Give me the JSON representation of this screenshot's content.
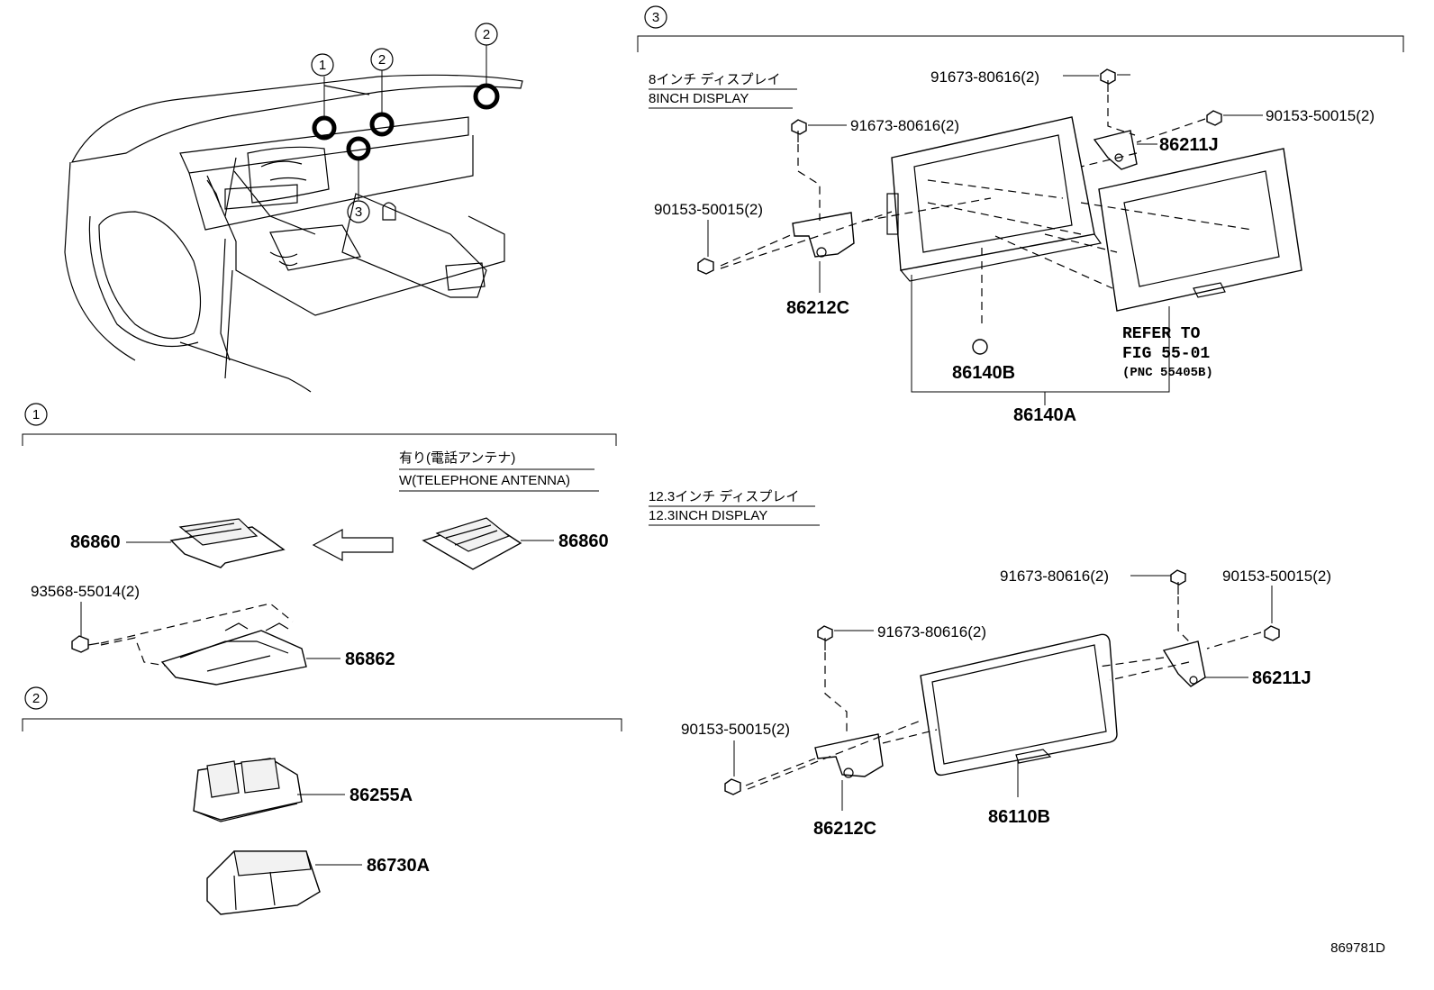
{
  "sections": {
    "s1": {
      "marker": "1"
    },
    "s2": {
      "marker": "2"
    },
    "s3": {
      "marker": "3"
    }
  },
  "overview": {
    "callouts": [
      "1",
      "2",
      "2",
      "3"
    ]
  },
  "section1": {
    "option_jp": "有り(電話アンテナ)",
    "option_en": "W(TELEPHONE ANTENNA)",
    "parts": [
      "86860",
      "86860",
      "93568-55014(2)",
      "86862"
    ]
  },
  "section2": {
    "parts": [
      "86255A",
      "86730A"
    ]
  },
  "section3": {
    "display8_jp": "8インチ ディスプレイ",
    "display8_en": "8INCH DISPLAY",
    "display12_jp": "12.3インチ ディスプレイ",
    "display12_en": "12.3INCH DISPLAY",
    "parts8": [
      "91673-80616(2)",
      "91673-80616(2)",
      "90153-50015(2)",
      "90153-50015(2)",
      "86211J",
      "86212C",
      "86140B",
      "86140A"
    ],
    "refer": [
      "REFER TO",
      "FIG 55-01",
      "(PNC 55405B)"
    ],
    "parts12": [
      "91673-80616(2)",
      "90153-50015(2)",
      "91673-80616(2)",
      "86211J",
      "90153-50015(2)",
      "86212C",
      "86110B"
    ]
  },
  "figure_id": "869781D"
}
